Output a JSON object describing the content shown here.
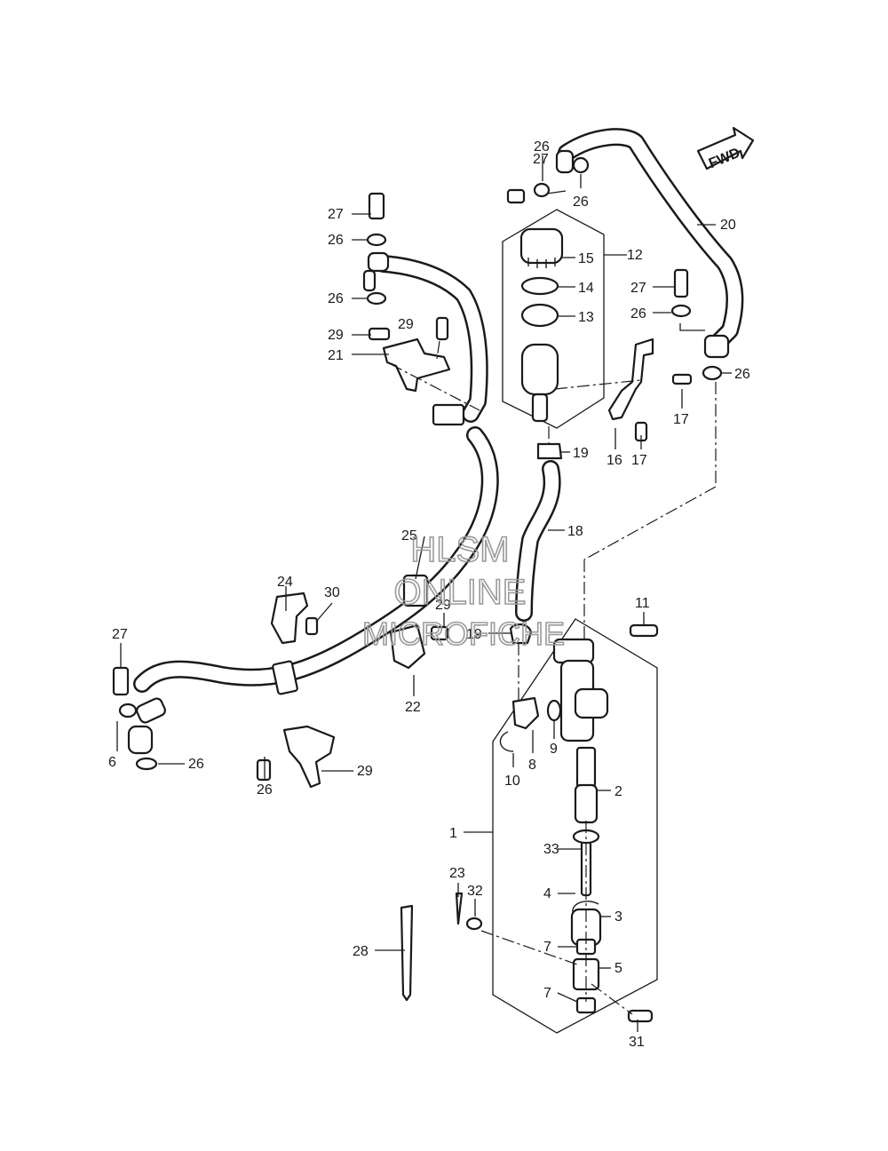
{
  "direction_arrow": "FWD",
  "watermark": [
    "HLSM",
    "ONLINE",
    "MICROFICHE"
  ],
  "callouts": [
    "26",
    "27",
    "26",
    "20",
    "27",
    "26",
    "12",
    "15",
    "14",
    "13",
    "26",
    "29",
    "27",
    "29",
    "26",
    "21",
    "26",
    "17",
    "19",
    "16",
    "17",
    "18",
    "25",
    "24",
    "30",
    "11",
    "29",
    "19",
    "27",
    "10",
    "8",
    "9",
    "22",
    "2",
    "1",
    "6",
    "26",
    "26",
    "29",
    "23",
    "33",
    "4",
    "32",
    "3",
    "28",
    "7",
    "5",
    "7",
    "31"
  ]
}
